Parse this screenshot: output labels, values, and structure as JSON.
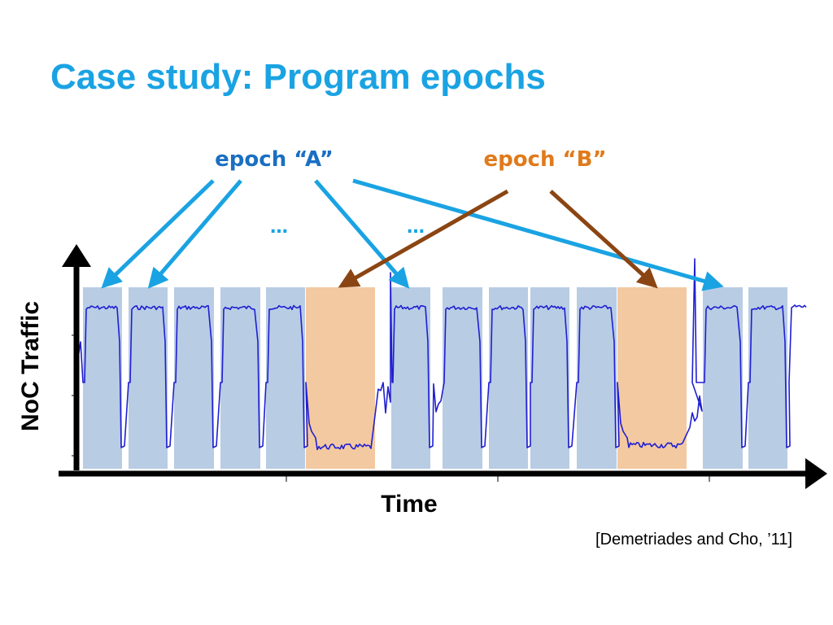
{
  "title": "Case study: Program epochs",
  "citation": "[Demetriades and Cho, ’11]",
  "axes": {
    "y_label": "NoC Traffic",
    "x_label": "Time"
  },
  "epoch_a": {
    "label": "epoch “A”",
    "color": "#1a6fc2",
    "arrow_color": "#1aa3e3",
    "region_color": "#b8cce4"
  },
  "epoch_b": {
    "label": "epoch “B”",
    "color": "#e07a1a",
    "arrow_color": "#8b4513",
    "region_color": "#f3c9a1"
  },
  "ellipsis": "…",
  "trace_color": "#1f1fd1",
  "regions": [
    {
      "kind": "A"
    },
    {
      "kind": "A"
    },
    {
      "kind": "A"
    },
    {
      "kind": "A"
    },
    {
      "kind": "A"
    },
    {
      "kind": "B"
    },
    {
      "kind": "A"
    },
    {
      "kind": "A"
    },
    {
      "kind": "A"
    },
    {
      "kind": "A"
    },
    {
      "kind": "A"
    },
    {
      "kind": "B"
    },
    {
      "kind": "A"
    },
    {
      "kind": "A"
    }
  ]
}
